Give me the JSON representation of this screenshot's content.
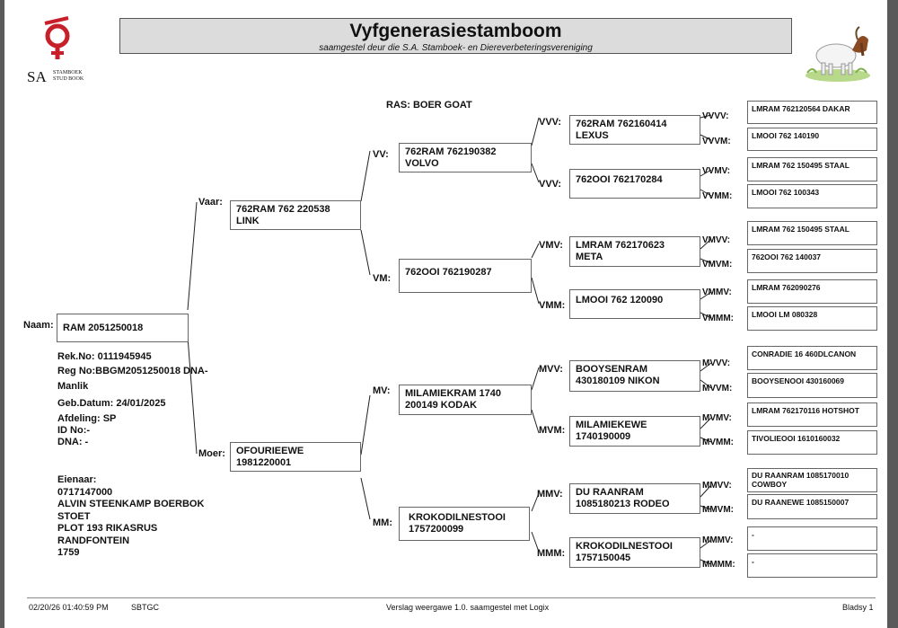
{
  "header": {
    "title": "Vyfgenerasiestamboom",
    "subtitle": "saamgestel deur die S.A. Stamboek- en Diereverbeteringsvereniging",
    "logo_text": "SA",
    "logo_text_stamboek": "STAMBOEK",
    "logo_text_studbook": "STUD BOOK"
  },
  "ras": "RAS: BOER GOAT",
  "animal": {
    "name_label": "Naam:",
    "name": "RAM 2051250018",
    "rek_no": "Rek.No: 0111945945",
    "reg_no": "Reg No:BBGM2051250018 DNA-",
    "sex": "Manlik",
    "geb_datum": "Geb.Datum: 24/01/2025",
    "afdeling": "Afdeling: SP",
    "id_no": "ID No:-",
    "dna": "DNA: -",
    "eienaar": "Eienaar:\n0717147000\nALVIN STEENKAMP BOERBOK\nSTOET\nPLOT 193 RIKASRUS\nRANDFONTEIN\n1759"
  },
  "pedigree": {
    "vaar": {
      "label": "Vaar:",
      "name": "762RAM 762 220538\nLINK"
    },
    "moer": {
      "label": "Moer:",
      "name": "OFOURIEEWE\n1981220001"
    },
    "vv": {
      "label": "VV:",
      "name": "762RAM 762190382\nVOLVO"
    },
    "vm": {
      "label": "VM:",
      "name": "762OOI 762190287"
    },
    "mv": {
      "label": "MV:",
      "name": "MILAMIEKRAM 1740\n200149 KODAK"
    },
    "mm": {
      "label": "MM:",
      "name": "KROKODILNESTOOI\n1757200099"
    },
    "vvv": {
      "label": "VVV:",
      "name": "762RAM 762160414\nLEXUS"
    },
    "vvm": {
      "label": "VVV:",
      "name": "762OOI 762170284"
    },
    "vmv": {
      "label": "VMV:",
      "name": "LMRAM 762170623\nMETA"
    },
    "vmm": {
      "label": "VMM:",
      "name": "LMOOI 762 120090"
    },
    "mvv": {
      "label": "MVV:",
      "name": "BOOYSENRAM\n430180109 NIKON"
    },
    "mvm": {
      "label": "MVM:",
      "name": "MILAMIEKEWE\n1740190009"
    },
    "mmv": {
      "label": "MMV:",
      "name": "DU RAANRAM\n1085180213 RODEO"
    },
    "mmm": {
      "label": "MMM:",
      "name": "KROKODILNESTOOI\n1757150045"
    },
    "gen4": [
      {
        "label": "VVVV:",
        "name": "LMRAM 762120564  DAKAR"
      },
      {
        "label": "VVVM:",
        "name": "LMOOI 762 140190"
      },
      {
        "label": "VVMV:",
        "name": "LMRAM 762 150495 STAAL"
      },
      {
        "label": "VVMM:",
        "name": "LMOOI 762 100343"
      },
      {
        "label": "VMVV:",
        "name": "LMRAM 762 150495 STAAL"
      },
      {
        "label": "VMVM:",
        "name": "762OOI 762 140037"
      },
      {
        "label": "VMMV:",
        "name": "LMRAM 762090276"
      },
      {
        "label": "VMMM:",
        "name": "LMOOI LM 080328"
      },
      {
        "label": "MVVV:",
        "name": "CONRADIE 16 460DLCANON"
      },
      {
        "label": "MVVM:",
        "name": "BOOYSENOOI 430160069"
      },
      {
        "label": "MVMV:",
        "name": "LMRAM 762170116 HOTSHOT"
      },
      {
        "label": "MVMM:",
        "name": "TIVOLIEOOI 1610160032"
      },
      {
        "label": "MMVV:",
        "name": "DU RAANRAM 1085170010\nCOWBOY"
      },
      {
        "label": "MMVM:",
        "name": "DU RAANEWE 1085150007"
      },
      {
        "label": "MMMV:",
        "name": "-"
      },
      {
        "label": "MMMM:",
        "name": "-"
      }
    ]
  },
  "footer": {
    "datetime": "02/20/26 01:40:59 PM",
    "code": "SBTGC",
    "version": "Verslag weergawe 1.0. saamgestel met Logix",
    "page": "Bladsy 1"
  }
}
